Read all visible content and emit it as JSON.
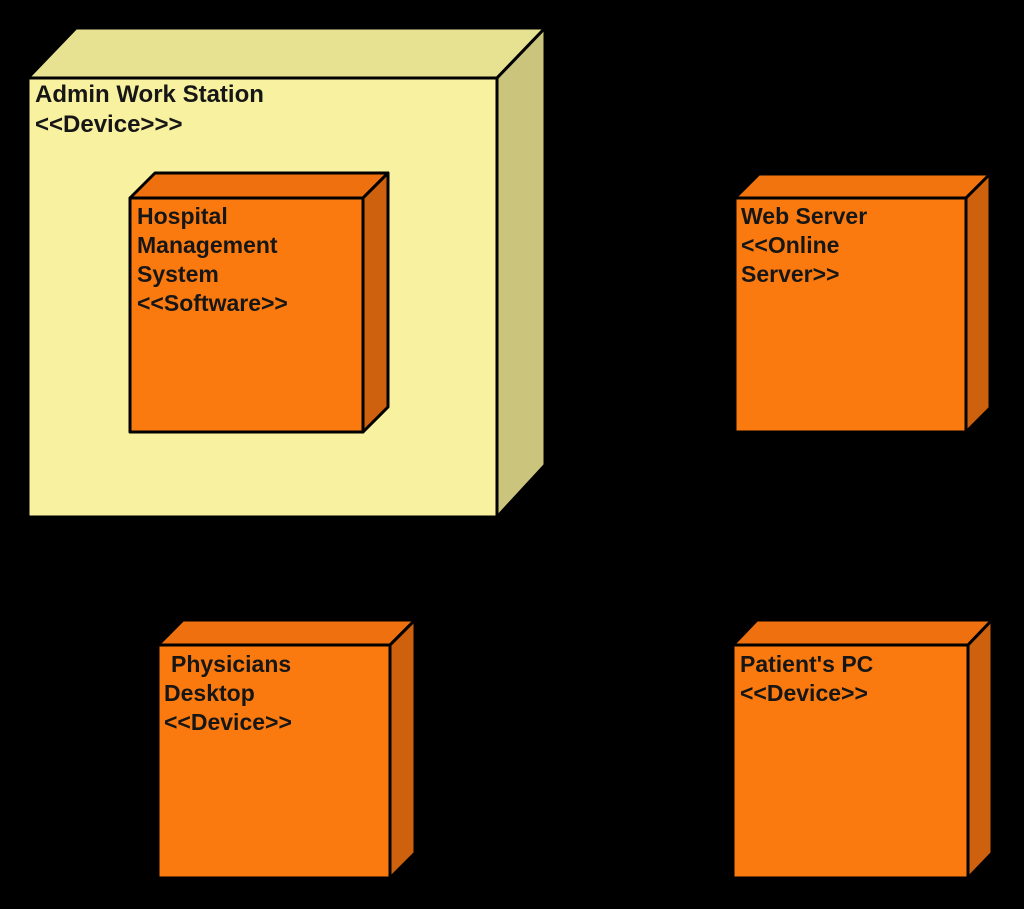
{
  "diagram": {
    "type": "uml-deployment-diagram",
    "background_color": "#000000",
    "outline_color": "#000000",
    "text_color": "#161616",
    "nodes": [
      {
        "id": "admin-work-station",
        "name": "Admin Work Station",
        "stereotype": "<<Device>>>",
        "label_lines": [
          "Admin Work Station",
          "<<Device>>>"
        ],
        "colors": {
          "front": "#F8F1A0",
          "top": "#E7E192",
          "side": "#CAC47D"
        },
        "contains": [
          "hospital-management-system"
        ]
      },
      {
        "id": "hospital-management-system",
        "name": "Hospital Management System",
        "stereotype": "<<Software>>",
        "label_lines": [
          "Hospital",
          "Management",
          "System",
          "<<Software>>"
        ],
        "colors": {
          "front": "#FA7A10",
          "top": "#EE700E",
          "side": "#CE610E"
        },
        "contains": []
      },
      {
        "id": "web-server",
        "name": "Web Server",
        "stereotype": "<<Online Server>>",
        "label_lines": [
          "Web Server",
          "<<Online",
          "Server>>"
        ],
        "colors": {
          "front": "#FA7A10",
          "top": "#F2740F",
          "side": "#CE610E"
        },
        "contains": []
      },
      {
        "id": "physicians-desktop",
        "name": "Physicians Desktop",
        "stereotype": "<<Device>>",
        "label_lines": [
          "Physicians",
          "Desktop",
          "<<Device>>"
        ],
        "colors": {
          "front": "#FA7A10",
          "top": "#EE700E",
          "side": "#CE610E"
        },
        "contains": []
      },
      {
        "id": "patients-pc",
        "name": "Patient's PC",
        "stereotype": "<<Device>>",
        "label_lines": [
          "Patient's PC",
          "<<Device>>"
        ],
        "colors": {
          "front": "#FA7A10",
          "top": "#EE700E",
          "side": "#CE610E"
        },
        "contains": []
      }
    ]
  }
}
